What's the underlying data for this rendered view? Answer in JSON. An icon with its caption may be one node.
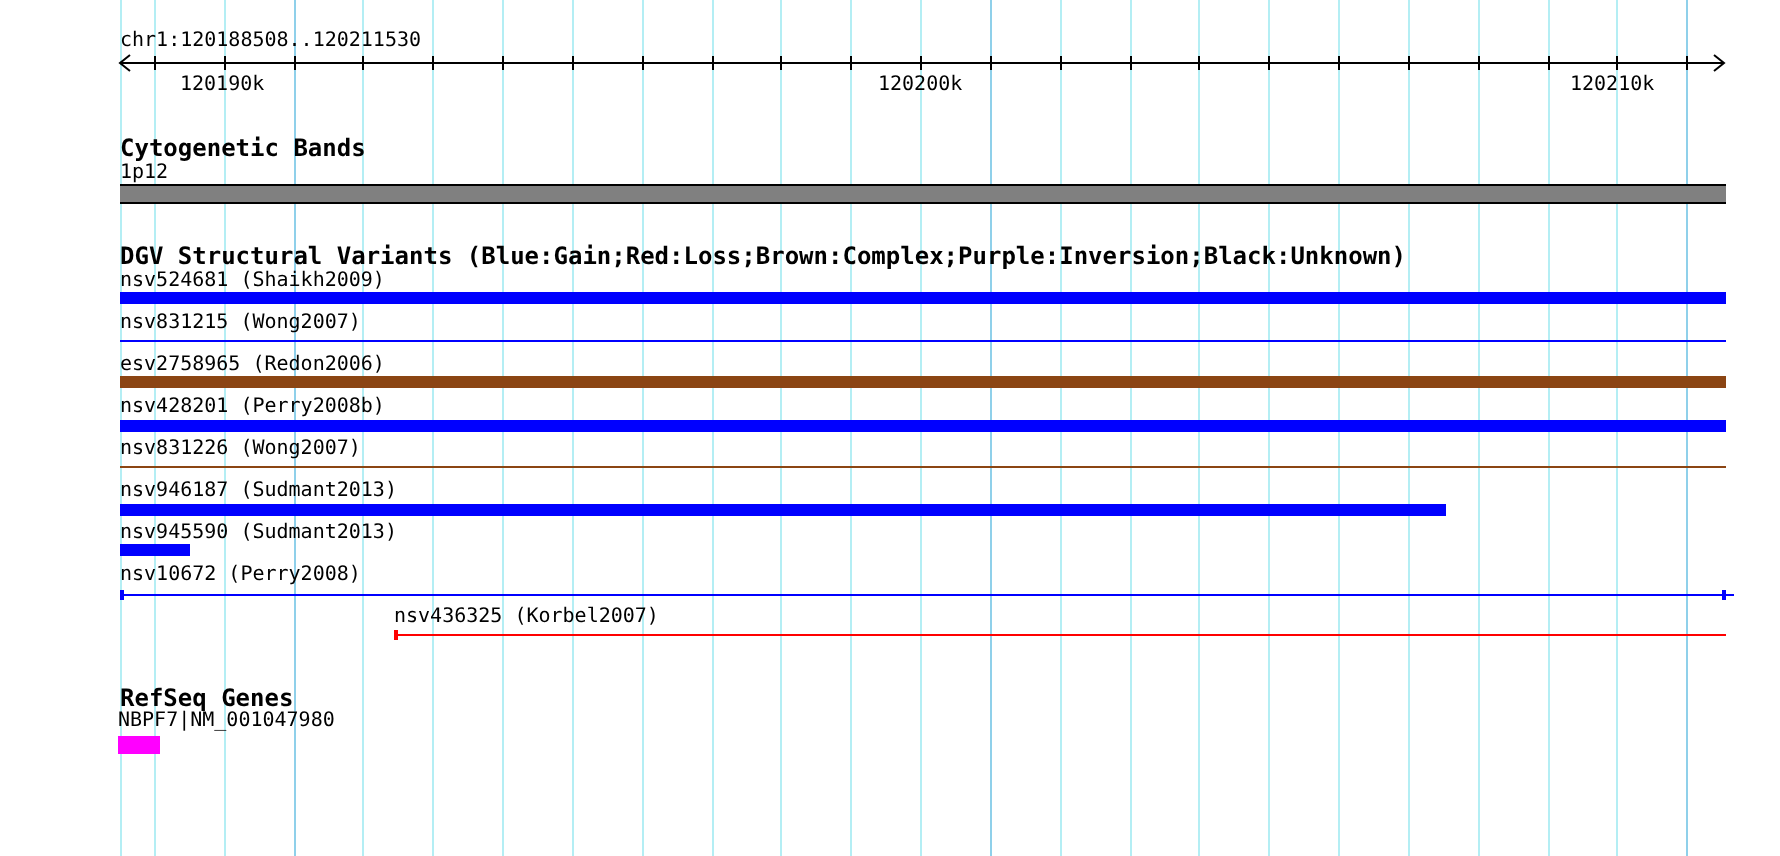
{
  "diagram": {
    "title": "chr1:120188508..120211530",
    "nodes": [
      {
        "text": [
          "1p12"
        ]
      },
      {
        "text": [
          "nsv524681 (Shaikh2009)"
        ]
      },
      {
        "text": [
          "nsv831215 (Wong2007)"
        ]
      },
      {
        "text": [
          "esv2758965 (Redon2006)"
        ]
      },
      {
        "text": [
          "nsv428201 (Perry2008b)"
        ]
      },
      {
        "text": [
          "nsv831226 (Wong2007)"
        ]
      },
      {
        "text": [
          "nsv946187 (Sudmant2013)"
        ]
      },
      {
        "text": [
          "nsv945590 (Sudmant2013)"
        ]
      },
      {
        "text": [
          "nsv10672 (Perry2008)"
        ]
      },
      {
        "text": [
          "nsv436325 (Korbel2007)"
        ]
      },
      {
        "text": [
          "NBPF7|NM_001047980"
        ]
      }
    ],
    "edges": [],
    "labels": [
      "120190k",
      "120200k",
      "120210k",
      "Cytogenetic Bands",
      "DGV Structural Variants (Blue:Gain;Red:Loss;Brown:Complex;Purple:Inversion;Black:Unknown)",
      "RefSeq Genes"
    ]
  }
}
